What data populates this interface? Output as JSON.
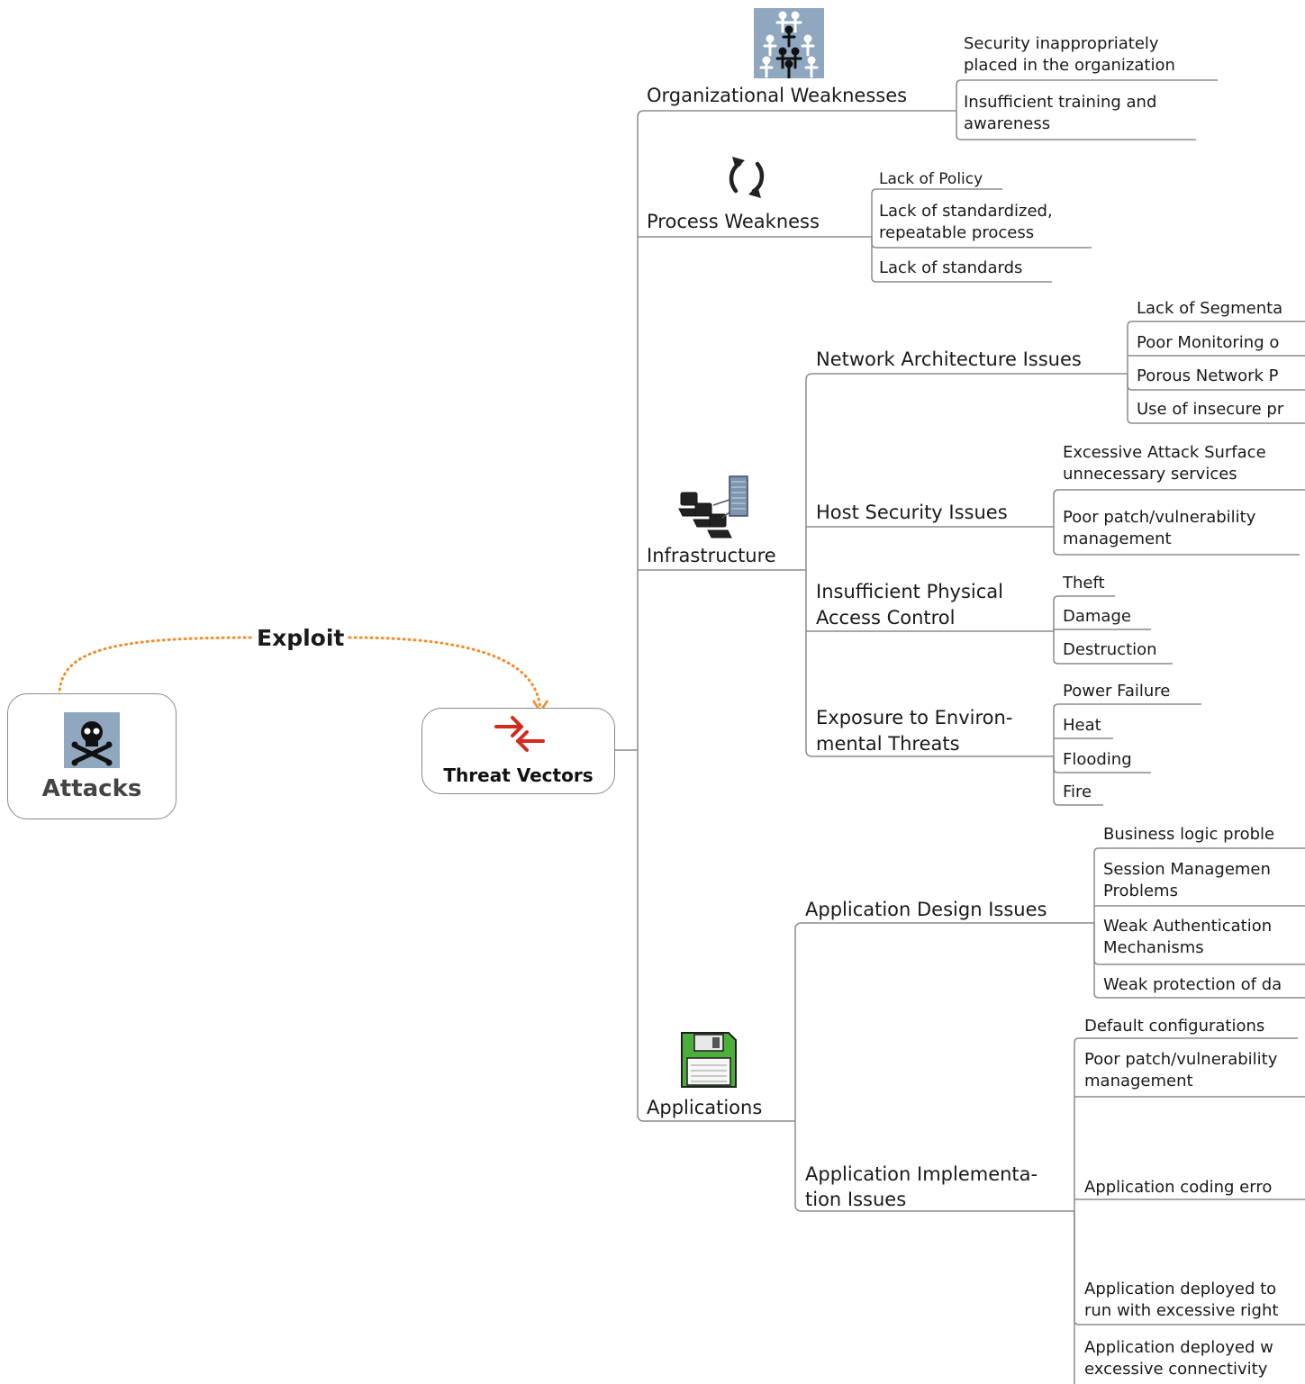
{
  "diagram": {
    "root": {
      "label": "Threat Vectors",
      "icon": "inward-arrows-icon"
    },
    "attacks": {
      "label": "Attacks",
      "icon": "skull-crossbones-icon"
    },
    "relation": {
      "label": "Exploit",
      "color": "#f28c28"
    },
    "branches": {
      "organizational": {
        "label": "Organizational Weaknesses",
        "icon": "people-hierarchy-icon",
        "items": [
          "Security inappropriately\nplaced in the organization",
          "Insufficient training and\nawareness"
        ]
      },
      "process": {
        "label": "Process Weakness",
        "icon": "cycle-arrows-icon",
        "items": [
          "Lack of Policy",
          "Lack of standardized,\nrepeatable process",
          "Lack of standards"
        ]
      },
      "infrastructure": {
        "label": "Infrastructure",
        "icon": "network-computers-icon",
        "network": {
          "label": "Network Architecture Issues",
          "items": [
            "Lack of Segmenta",
            "Poor Monitoring o",
            "Porous Network P",
            "Use of insecure pr"
          ]
        },
        "host": {
          "label": "Host Security Issues",
          "items": [
            "Excessive Attack Surface\nunnecessary services",
            "Poor patch/vulnerability\nmanagement"
          ]
        },
        "physical": {
          "label": "Insufficient Physical\nAccess Control",
          "items": [
            "Theft",
            "Damage",
            "Destruction"
          ]
        },
        "environmental": {
          "label": "Exposure to Environ-\nmental Threats",
          "items": [
            "Power Failure",
            "Heat",
            "Flooding",
            "Fire"
          ]
        }
      },
      "applications": {
        "label": "Applications",
        "icon": "floppy-disk-icon",
        "design": {
          "label": "Application Design Issues",
          "items": [
            "Business logic proble",
            "Session Managemen\nProblems",
            "Weak Authentication\nMechanisms",
            "Weak protection of da"
          ]
        },
        "implementation": {
          "label": "Application Implementa-\ntion Issues",
          "items": [
            "Default configurations",
            "Poor patch/vulnerability\nmanagement",
            "Application coding erro",
            "Application deployed to\nrun with excessive right",
            "Application deployed w\nexcessive connectivity"
          ]
        }
      }
    }
  }
}
